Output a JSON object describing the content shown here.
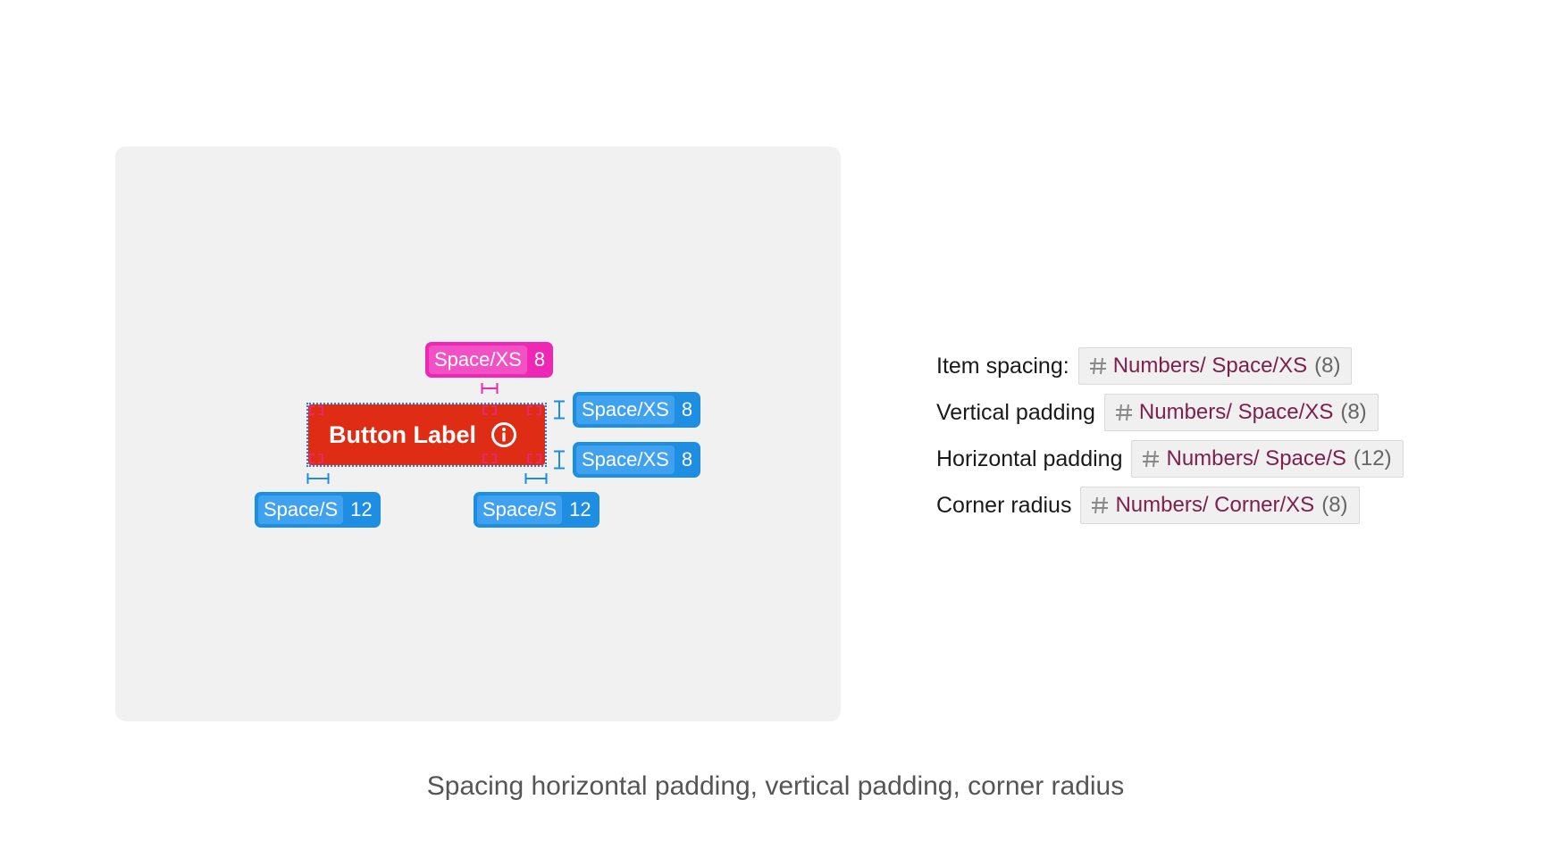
{
  "canvas": {
    "button": {
      "label": "Button Label",
      "icon": "info-icon",
      "fill_color": "#df2c14"
    },
    "tags": {
      "item_spacing": {
        "name": "Space/XS",
        "value": "8",
        "color": "#ee28b4"
      },
      "vertical_top": {
        "name": "Space/XS",
        "value": "8",
        "color": "#1e8ee2"
      },
      "vertical_bottom": {
        "name": "Space/XS",
        "value": "8",
        "color": "#1e8ee2"
      },
      "horizontal_left": {
        "name": "Space/S",
        "value": "12",
        "color": "#1e8ee2"
      },
      "horizontal_right": {
        "name": "Space/S",
        "value": "12",
        "color": "#1e8ee2"
      }
    }
  },
  "properties": [
    {
      "label": "Item spacing:",
      "icon": "hash-icon",
      "path": "Numbers/ Space/XS",
      "value": "(8)"
    },
    {
      "label": "Vertical padding",
      "icon": "hash-icon",
      "path": "Numbers/ Space/XS",
      "value": "(8)"
    },
    {
      "label": "Horizontal padding",
      "icon": "hash-icon",
      "path": "Numbers/ Space/S",
      "value": "(12)"
    },
    {
      "label": "Corner radius",
      "icon": "hash-icon",
      "path": "Numbers/ Corner/XS",
      "value": "(8)"
    }
  ],
  "caption": "Spacing horizontal padding, vertical padding, corner radius"
}
